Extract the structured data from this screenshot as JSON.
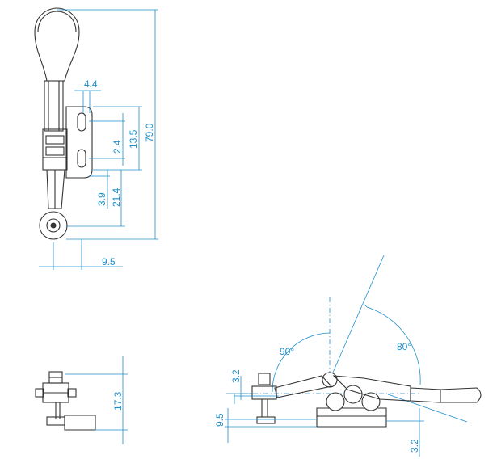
{
  "dimensions": {
    "d_4_4": "4.4",
    "d_79_0": "79.0",
    "d_13_5": "13.5",
    "d_2_4": "2.4",
    "d_3_9": "3.9",
    "d_21_4": "21.4",
    "d_9_5_top": "9.5",
    "d_17_3": "17.3",
    "d_3_2_upper": "3.2",
    "d_9_5_side": "9.5",
    "d_3_2_lower": "3.2"
  },
  "angles": {
    "a_90": "90°",
    "a_80": "80°"
  },
  "colors": {
    "dimension": "#1f8fcc",
    "outline": "#333333"
  }
}
